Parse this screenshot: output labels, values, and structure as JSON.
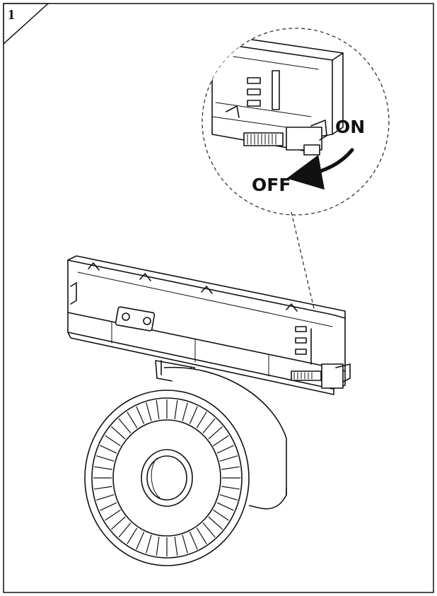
{
  "step": {
    "number": "1"
  },
  "detail_labels": {
    "on": "ON",
    "off": "OFF"
  },
  "icons": {
    "direction_arrow": "curved-arrow-icon"
  }
}
